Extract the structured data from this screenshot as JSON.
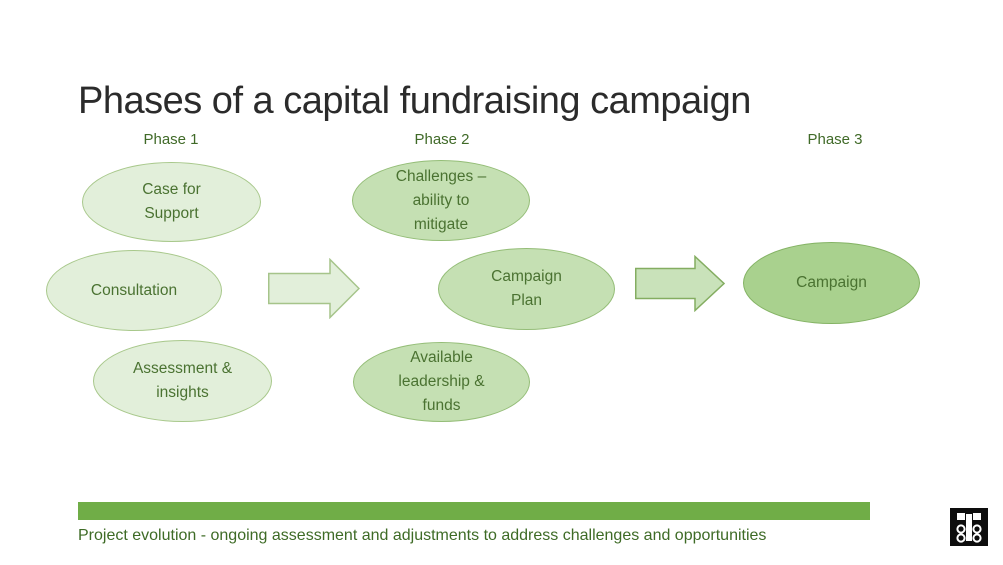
{
  "slide": {
    "title": "Phases of a capital fundraising campaign",
    "phase_labels": [
      "Phase 1",
      "Phase 2",
      "Phase 3"
    ],
    "ellipses": {
      "case_for_support": "Case for Support",
      "consultation": "Consultation",
      "assessment_insights": "Assessment & insights",
      "challenges": "Challenges – ability to mitigate",
      "campaign_plan": "Campaign Plan",
      "available_leadership": "Available leadership & funds",
      "campaign": "Campaign"
    },
    "arrows": [
      "phase1-to-phase2",
      "phase2-to-phase3"
    ],
    "footer": "Project evolution - ongoing assessment and adjustments to address challenges and opportunities",
    "icons": {
      "logo": "black-square-brand-logo"
    },
    "colors": {
      "phase1_fill": "#e2efda",
      "phase1_border": "#a8c88b",
      "phase2_fill": "#c5e0b3",
      "phase2_border": "#94bd77",
      "phase3_fill": "#a9d18e",
      "phase3_border": "#84b364",
      "footer_bar": "#70ad47",
      "green_text": "#4a7231",
      "label_text": "#406a28",
      "title_text": "#2b2b2b",
      "background": "#ffffff"
    }
  }
}
